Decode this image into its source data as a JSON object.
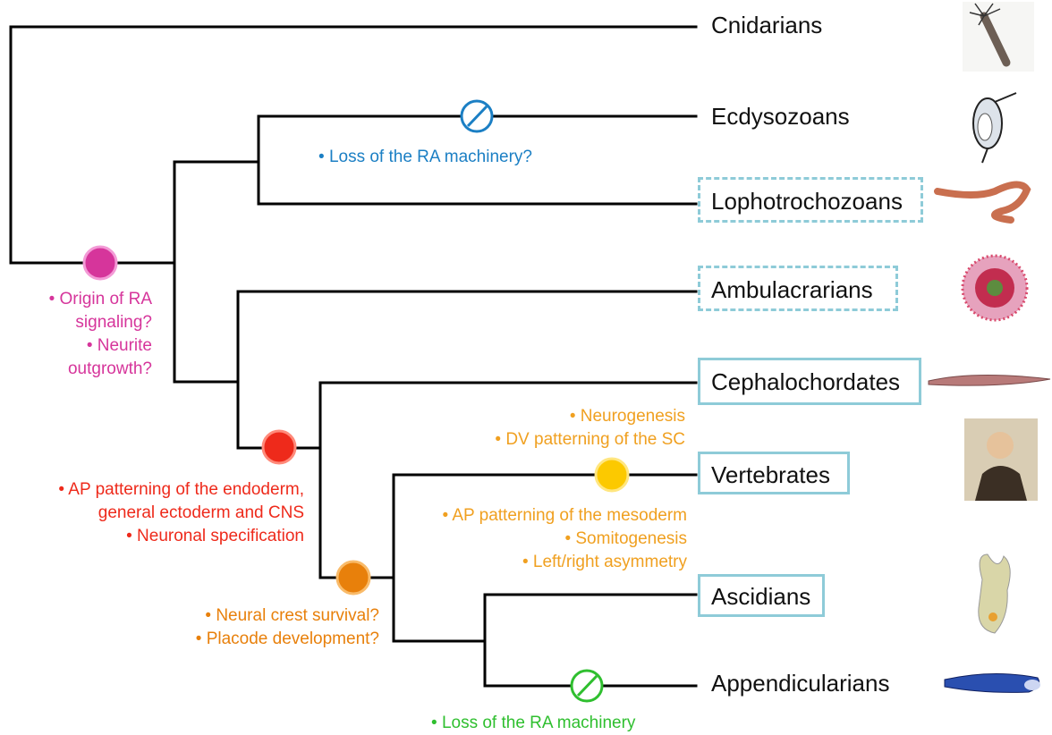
{
  "taxa": {
    "cnidarians": "Cnidarians",
    "ecdysozoans": "Ecdysozoans",
    "lophotrochozoans": "Lophotrochozoans",
    "ambulacrarians": "Ambulacrarians",
    "cephalochordates": "Cephalochordates",
    "vertebrates": "Vertebrates",
    "ascidians": "Ascidians",
    "appendicularians": "Appendicularians"
  },
  "events": {
    "bilaterian": {
      "color": "#d6359b",
      "lines": [
        "Origin of RA",
        "signaling?",
        "Neurite",
        "outgrowth?"
      ]
    },
    "ecdysozoan_loss": {
      "color": "#1b7fc4",
      "lines": [
        "Loss of the RA machinery?"
      ]
    },
    "chordate": {
      "color": "#ee2a1b",
      "lines": [
        "AP patterning of the endoderm,",
        "general ectoderm and CNS",
        "Neuronal specification"
      ]
    },
    "olfactores": {
      "color": "#e8800b",
      "lines": [
        "Neural crest survival?",
        "Placode development?"
      ]
    },
    "vertebrate_top": {
      "color": "#f0a020",
      "lines": [
        "Neurogenesis",
        "DV patterning of the SC"
      ]
    },
    "vertebrate_bottom": {
      "color": "#f0a020",
      "lines": [
        "AP patterning of the mesoderm",
        "Somitogenesis",
        "Left/right asymmetry"
      ]
    },
    "appendicularian_loss": {
      "color": "#2fbf2f",
      "lines": [
        "Loss of the RA machinery"
      ]
    }
  },
  "colors": {
    "branch": "#000000",
    "box_border": "#8ecbd8",
    "node_magenta": "#d6359b",
    "node_red": "#ee2a1b",
    "node_orange": "#e8800b",
    "node_yellow": "#fcc900",
    "loss_blue": "#1b7fc4",
    "loss_green": "#2fbf2f"
  }
}
